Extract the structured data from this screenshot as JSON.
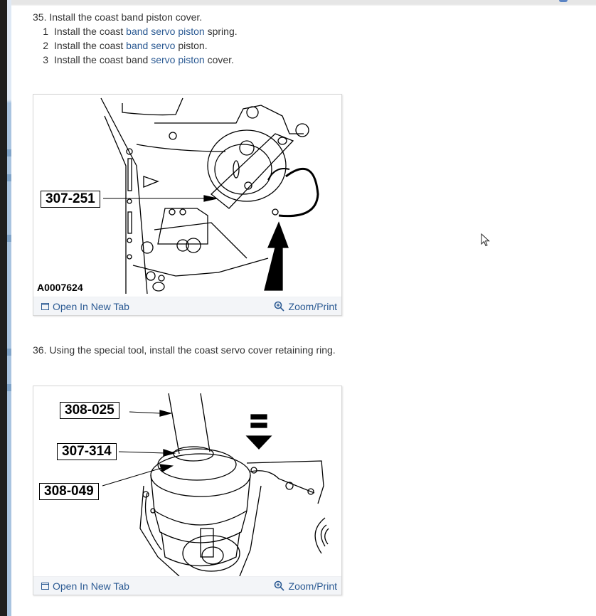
{
  "steps": [
    {
      "number": "35.",
      "title": "Install the coast band piston cover.",
      "substeps": [
        {
          "num": "1",
          "prefix": "Install the coast ",
          "link": "band servo piston",
          "suffix": " spring."
        },
        {
          "num": "2",
          "prefix": "Install the coast ",
          "link": "band servo",
          "suffix": " piston."
        },
        {
          "num": "3",
          "prefix": "Install the coast band ",
          "link": "servo piston",
          "suffix": " cover."
        }
      ],
      "figure": {
        "id": "A0007624",
        "labels": [
          "307-251"
        ],
        "open_label": "Open In New Tab",
        "zoom_label": "Zoom/Print"
      }
    },
    {
      "number": "36.",
      "title": "Using the special tool, install the coast servo cover retaining ring.",
      "figure": {
        "labels": [
          "308-025",
          "307-314",
          "308-049"
        ],
        "open_label": "Open In New Tab",
        "zoom_label": "Zoom/Print"
      }
    }
  ],
  "colors": {
    "link": "#2b5a93",
    "text": "#333333",
    "footer_bg": "#f3f5f8"
  },
  "icons": {
    "open": "open-new-tab-icon",
    "zoom": "zoom-in-icon",
    "cursor": "mouse-pointer-icon"
  }
}
